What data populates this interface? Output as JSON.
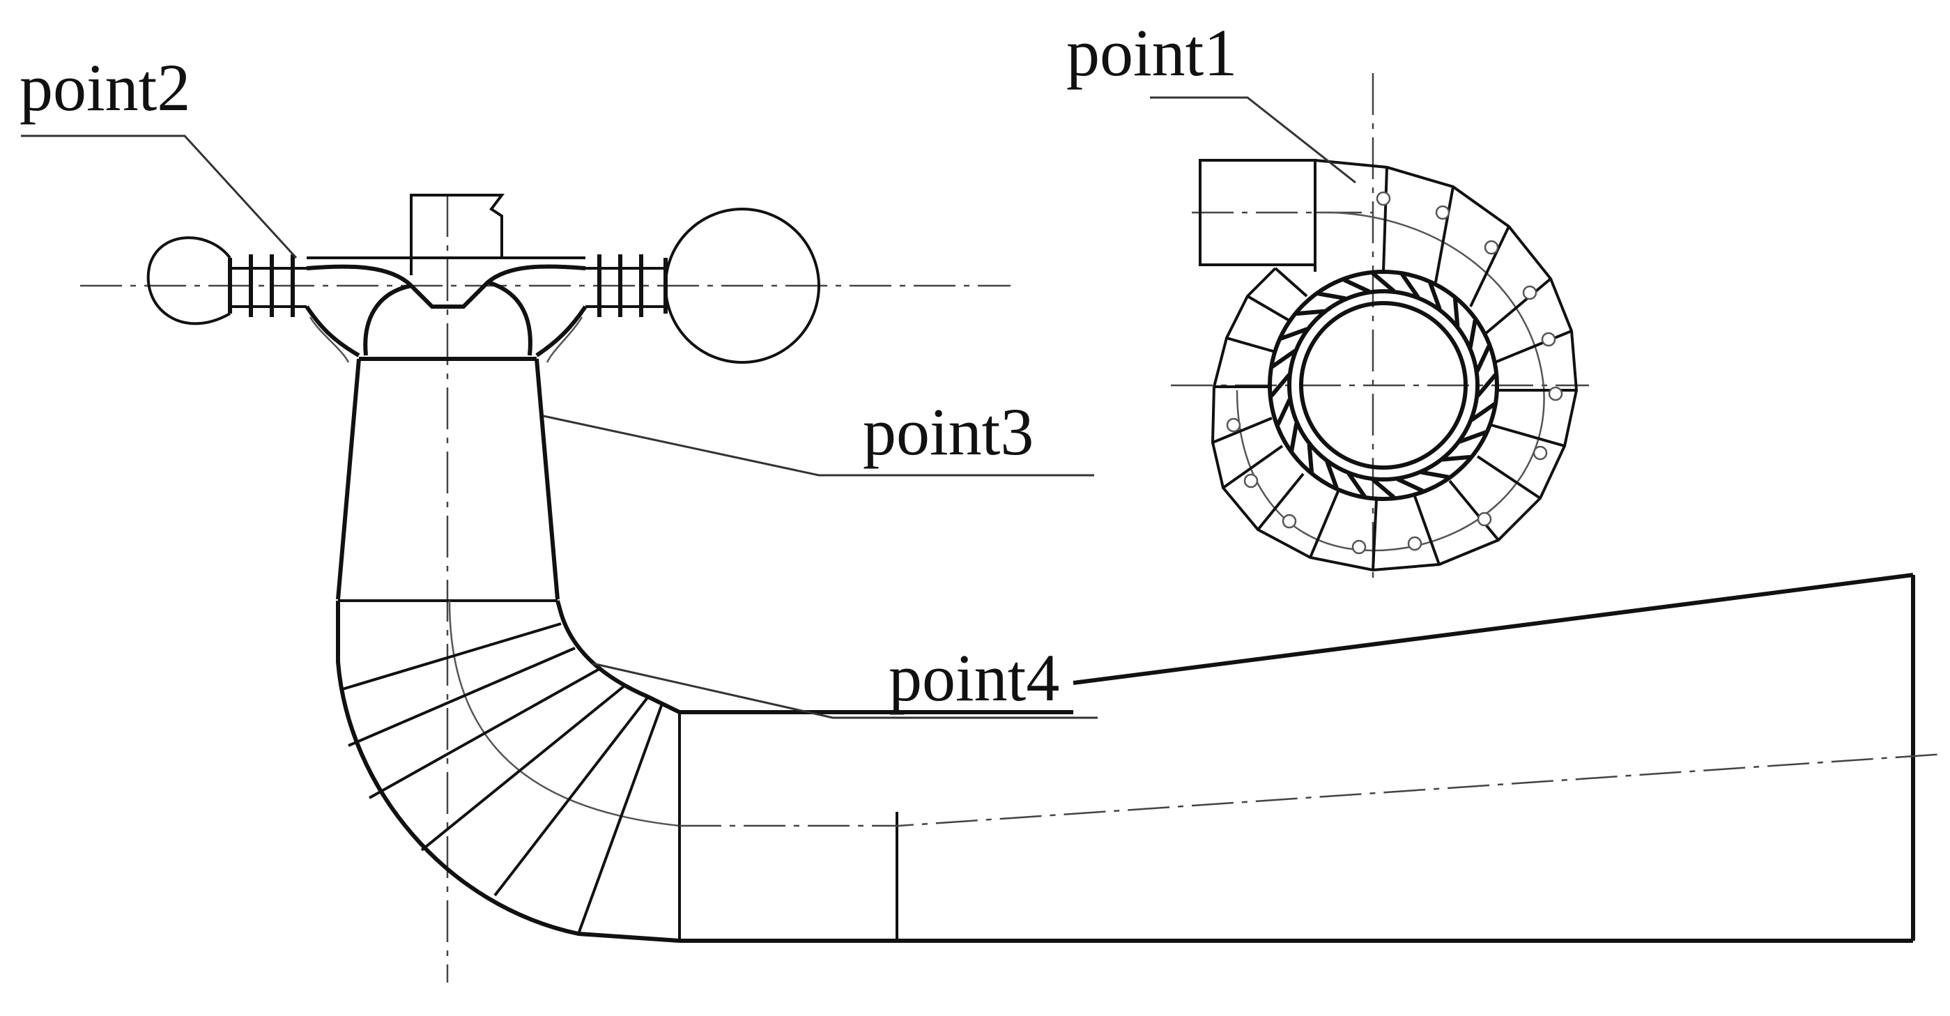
{
  "labels": {
    "point1": "point1",
    "point2": "point2",
    "point3": "point3",
    "point4": "point4"
  },
  "colors": {
    "ink": "#111111",
    "faint": "#555555",
    "center": "#444444",
    "leader": "#333333"
  }
}
